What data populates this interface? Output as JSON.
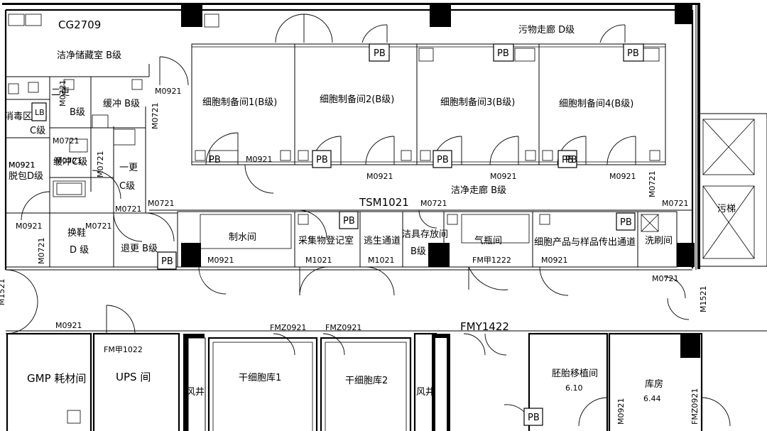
{
  "plan": {
    "rooms": [
      {
        "key": "cg2709",
        "text": "CG2709"
      },
      {
        "key": "clean_storage",
        "text": "洁净储藏室 B级"
      },
      {
        "key": "disinfect",
        "text": "消毒区"
      },
      {
        "key": "disinfect_c",
        "text": "C级"
      },
      {
        "key": "second_change",
        "text": "二更"
      },
      {
        "key": "second_change_b",
        "text": "B级"
      },
      {
        "key": "buffer_b",
        "text": "缓冲 B级"
      },
      {
        "key": "buffer_c",
        "text": "缓冲C级"
      },
      {
        "key": "unpack",
        "text": "脱包D级"
      },
      {
        "key": "first_change",
        "text": "一更"
      },
      {
        "key": "first_change_c",
        "text": "C级"
      },
      {
        "key": "shoe_change",
        "text": "换鞋"
      },
      {
        "key": "shoe_change_d",
        "text": "D 级"
      },
      {
        "key": "exit_change",
        "text": "退更 B级"
      },
      {
        "key": "cell_prep_1",
        "text": "细胞制备间1(B级)"
      },
      {
        "key": "cell_prep_2",
        "text": "细胞制备间2(B级)"
      },
      {
        "key": "cell_prep_3",
        "text": "细胞制备间3(B级)"
      },
      {
        "key": "cell_prep_4",
        "text": "细胞制备间4(B级)"
      },
      {
        "key": "dirty_corridor",
        "text": "污物走廊 D级"
      },
      {
        "key": "clean_corridor",
        "text": "洁净走廊 B级"
      },
      {
        "key": "water_room",
        "text": "制水间"
      },
      {
        "key": "collect_reg",
        "text": "采集物登记室"
      },
      {
        "key": "escape",
        "text": "逃生通道"
      },
      {
        "key": "tool_room",
        "text": "洁具存放间"
      },
      {
        "key": "tool_room_b",
        "text": "B级"
      },
      {
        "key": "gas_room",
        "text": "气瓶间"
      },
      {
        "key": "pass_channel",
        "text": "细胞产品与样品传出通道"
      },
      {
        "key": "wash_room",
        "text": "洗刷间"
      },
      {
        "key": "gmp_store",
        "text": "GMP 耗材间"
      },
      {
        "key": "ups_room",
        "text": "UPS 间"
      },
      {
        "key": "stem_bank_1",
        "text": "干细胞库1"
      },
      {
        "key": "stem_bank_2",
        "text": "干细胞库2"
      },
      {
        "key": "shaft_1",
        "text": "风井"
      },
      {
        "key": "shaft_2",
        "text": "风井"
      },
      {
        "key": "embryo_room",
        "text": "胚胎移植间"
      },
      {
        "key": "embryo_area",
        "text": "6.10"
      },
      {
        "key": "warehouse",
        "text": "库房"
      },
      {
        "key": "warehouse_area",
        "text": "6.44"
      },
      {
        "key": "stair",
        "text": "污梯"
      }
    ],
    "doors": [
      {
        "key": "d1",
        "text": "M0921"
      },
      {
        "key": "d2",
        "text": "M0721"
      },
      {
        "key": "d3",
        "text": "M0721"
      },
      {
        "key": "d4",
        "text": "M0721"
      },
      {
        "key": "d5",
        "text": "M0721"
      },
      {
        "key": "d6",
        "text": "M0921"
      },
      {
        "key": "d7",
        "text": "M0921"
      },
      {
        "key": "d8",
        "text": "M0721"
      },
      {
        "key": "d9",
        "text": "M0721"
      },
      {
        "key": "d10",
        "text": "M0721"
      },
      {
        "key": "d11",
        "text": "M0721"
      },
      {
        "key": "d12",
        "text": "M0921"
      },
      {
        "key": "d13",
        "text": "M0921"
      },
      {
        "key": "d14",
        "text": "M0921"
      },
      {
        "key": "d15",
        "text": "M0921"
      },
      {
        "key": "d16",
        "text": "TSM1021"
      },
      {
        "key": "d17",
        "text": "M0721"
      },
      {
        "key": "d18",
        "text": "M0721"
      },
      {
        "key": "d19",
        "text": "M0721"
      },
      {
        "key": "d20",
        "text": "M0921"
      },
      {
        "key": "d21",
        "text": "M1021"
      },
      {
        "key": "d22",
        "text": "M1021"
      },
      {
        "key": "d23",
        "text": "FM甲1222"
      },
      {
        "key": "d24",
        "text": "M0921"
      },
      {
        "key": "d25",
        "text": "M0721"
      },
      {
        "key": "d26",
        "text": "M1521"
      },
      {
        "key": "d27",
        "text": "M0921"
      },
      {
        "key": "d28",
        "text": "FM甲1022"
      },
      {
        "key": "d29",
        "text": "FMZ0921"
      },
      {
        "key": "d30",
        "text": "FMZ0921"
      },
      {
        "key": "d31",
        "text": "FMY1422"
      },
      {
        "key": "d32",
        "text": "M0921"
      },
      {
        "key": "d33",
        "text": "FMZ0921"
      },
      {
        "key": "d34",
        "text": "M1521"
      },
      {
        "key": "d35",
        "text": "M0921"
      },
      {
        "key": "d36",
        "text": "M0721"
      }
    ],
    "pass_boxes": [
      {
        "key": "pb1",
        "text": "PB"
      },
      {
        "key": "pb2",
        "text": "PB"
      },
      {
        "key": "pb3",
        "text": "PB"
      },
      {
        "key": "pb4",
        "text": "PB"
      },
      {
        "key": "pb5",
        "text": "PB"
      },
      {
        "key": "pb6",
        "text": "PB"
      },
      {
        "key": "pb7",
        "text": "PB"
      },
      {
        "key": "pb8",
        "text": "PB"
      },
      {
        "key": "pb9",
        "text": "PB"
      },
      {
        "key": "pb10",
        "text": "PB"
      },
      {
        "key": "pb11",
        "text": "PB"
      },
      {
        "key": "pb12",
        "text": "PB"
      },
      {
        "key": "pb13",
        "text": "LB"
      }
    ]
  }
}
